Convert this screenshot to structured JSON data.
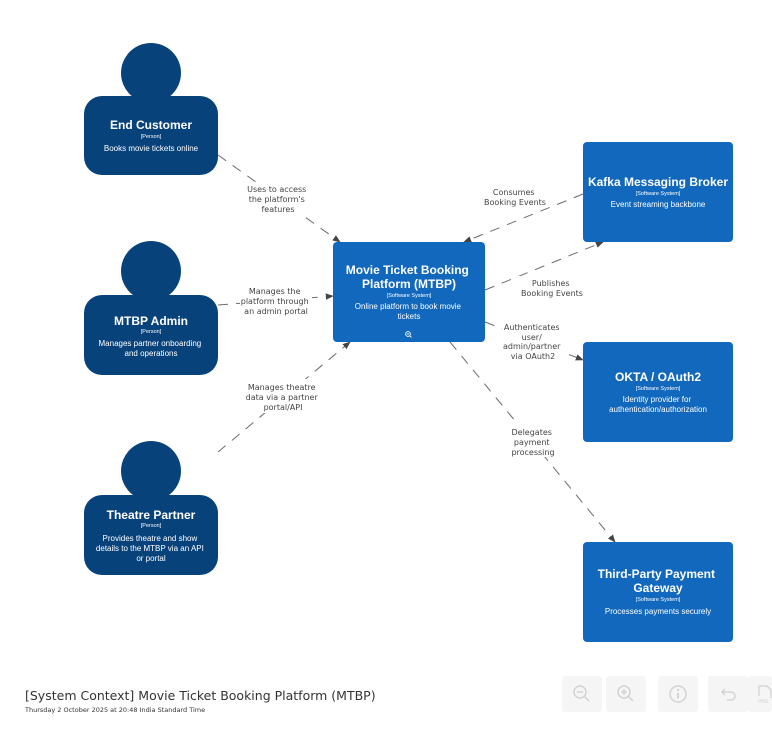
{
  "diagram": {
    "nodes": {
      "end_customer": {
        "name": "End Customer",
        "type": "[Person]",
        "description": "Books movie tickets online"
      },
      "mtbp_admin": {
        "name": "MTBP Admin",
        "type": "[Person]",
        "description_lines": [
          "Manages partner onboarding",
          "and operations"
        ]
      },
      "theatre_partner": {
        "name": "Theatre Partner",
        "type": "[Person]",
        "description_lines": [
          "Provides theatre and show",
          "details to the MTBP via an API",
          "or portal"
        ]
      },
      "mtbp": {
        "name_lines": [
          "Movie Ticket Booking",
          "Platform (MTBP)"
        ],
        "type": "[Software System]",
        "description_lines": [
          "Online platform to book movie",
          "tickets"
        ],
        "zoom_icon": "zoom-in-icon"
      },
      "kafka": {
        "name": "Kafka Messaging Broker",
        "type": "[Software System]",
        "description": "Event streaming backbone"
      },
      "okta": {
        "name": "OKTA / OAuth2",
        "type": "[Software System]",
        "description_lines": [
          "Identity provider for",
          "authentication/authorization"
        ]
      },
      "payment_gateway": {
        "name_lines": [
          "Third-Party Payment",
          "Gateway"
        ],
        "type": "[Software System]",
        "description": "Processes payments securely"
      }
    },
    "relationships": {
      "customer_to_mtbp": [
        "Uses to access",
        "the platform's",
        "features"
      ],
      "admin_to_mtbp": [
        "Manages the",
        "platform through",
        "an admin portal"
      ],
      "partner_to_mtbp": [
        "Manages theatre",
        "data via a partner",
        "portal/API"
      ],
      "kafka_to_mtbp": [
        "Consumes",
        "Booking Events"
      ],
      "mtbp_to_kafka": [
        "Publishes",
        "Booking Events"
      ],
      "mtbp_to_okta": [
        "Authenticates",
        "user/",
        "admin/partner",
        "via OAuth2"
      ],
      "mtbp_to_payment": [
        "Delegates",
        "payment",
        "processing"
      ]
    },
    "colors": {
      "person": "#08427b",
      "system": "#1168bd",
      "edge": "#6b6b6b",
      "label": "#444444"
    }
  },
  "footer": {
    "title": "[System Context] Movie Ticket Booking Platform (MTBP)",
    "date": "Thursday 2 October 2025 at 20:48 India Standard Time"
  },
  "toolbar": {
    "buttons": [
      {
        "name": "zoom-out-icon"
      },
      {
        "name": "zoom-in-icon"
      },
      {
        "name": "info-icon"
      },
      {
        "name": "undo-icon"
      },
      {
        "name": "png-icon",
        "label": "PNG"
      }
    ]
  }
}
